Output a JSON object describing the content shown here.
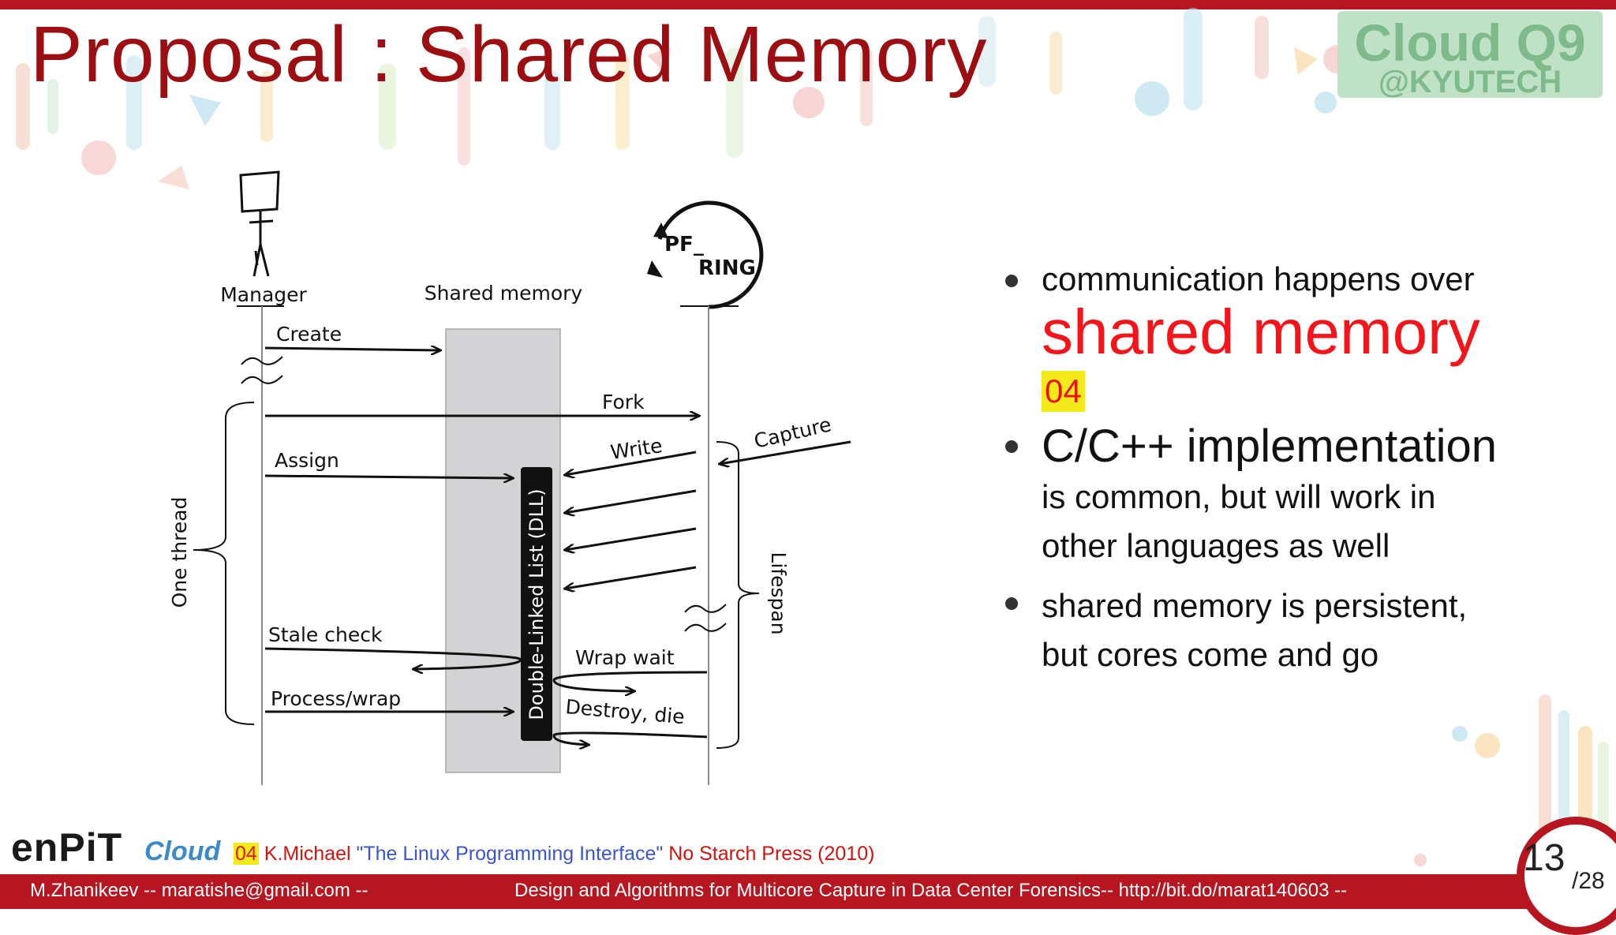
{
  "slide": {
    "title": "Proposal : Shared Memory",
    "logo": {
      "main": "Cloud Q9",
      "sub": "@KYUTECH"
    }
  },
  "diagram": {
    "manager_label": "Manager",
    "shared_memory_label": "Shared memory",
    "pf_ring_label_1": "PF_",
    "pf_ring_label_2": "RING",
    "create": "Create",
    "fork": "Fork",
    "assign": "Assign",
    "write": "Write",
    "capture": "Capture",
    "dll": "Double-Linked List (DLL)",
    "one_thread": "One thread",
    "lifespan": "Lifespan",
    "stale_check": "Stale check",
    "wrap_wait": "Wrap wait",
    "process_wrap": "Process/wrap",
    "destroy_die": "Destroy, die"
  },
  "bullets": {
    "b1_line1": "communication happens over",
    "b1_line2": "shared memory",
    "b1_tag": "04",
    "b2_line1": "C/C++ implementation",
    "b2_line2": "is common, but will work in",
    "b2_line3": "other languages as well",
    "b3_line1": "shared memory is persistent,",
    "b3_line2": "but cores come and go"
  },
  "footer": {
    "brand_enpit": "enPiT",
    "brand_cloud": "Cloud",
    "ref_tag": "04",
    "ref_author": "K.Michael",
    "ref_book": "\"The Linux Programming Interface\"",
    "ref_publisher": "No Starch Press (2010)",
    "author_line": "M.Zhanikeev -- maratishe@gmail.com --",
    "talk_line": "Design and Algorithms for Multicore Capture in Data Center Forensics-- http://bit.do/marat140603 --",
    "page": "13",
    "total": "/28"
  }
}
